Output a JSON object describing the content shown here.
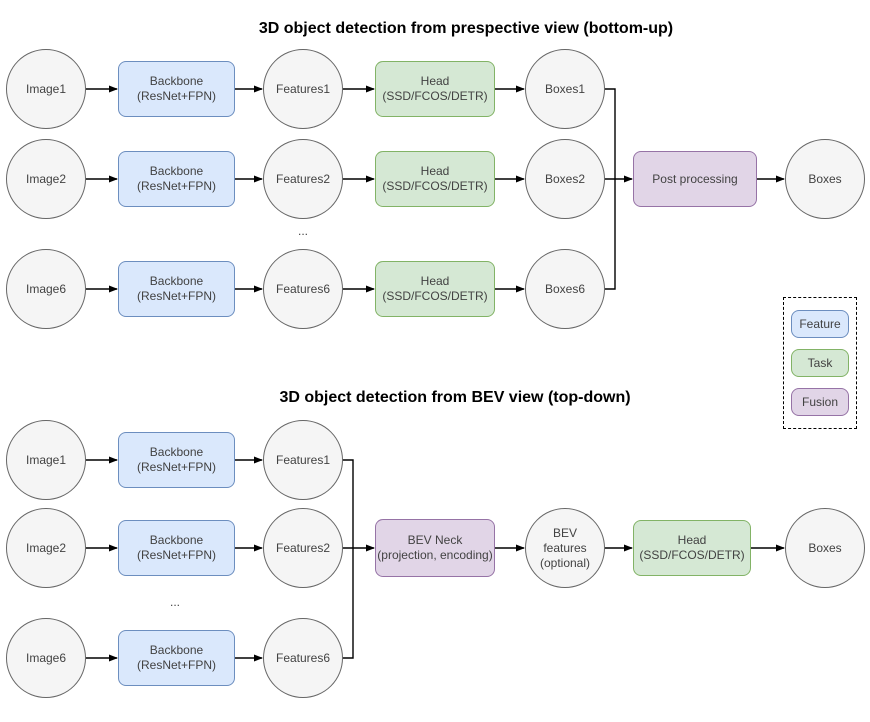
{
  "colors": {
    "feature_fill": "#dae8fc",
    "feature_stroke": "#6c8ebf",
    "task_fill": "#d5e8d4",
    "task_stroke": "#82b366",
    "fusion_fill": "#e1d5e7",
    "fusion_stroke": "#9673a6",
    "node_fill": "#f5f5f5",
    "node_stroke": "#666666"
  },
  "perspective": {
    "title": "3D object detection from prespective view (bottom-up)",
    "ellipsis": "...",
    "rows": [
      {
        "image": "Image1",
        "backbone": "Backbone\n(ResNet+FPN)",
        "features": "Features1",
        "head": "Head\n(SSD/FCOS/DETR)",
        "boxes": "Boxes1"
      },
      {
        "image": "Image2",
        "backbone": "Backbone\n(ResNet+FPN)",
        "features": "Features2",
        "head": "Head\n(SSD/FCOS/DETR)",
        "boxes": "Boxes2"
      },
      {
        "image": "Image6",
        "backbone": "Backbone\n(ResNet+FPN)",
        "features": "Features6",
        "head": "Head\n(SSD/FCOS/DETR)",
        "boxes": "Boxes6"
      }
    ],
    "post_processing": "Post processing",
    "output": "Boxes"
  },
  "legend": {
    "items": [
      {
        "label": "Feature"
      },
      {
        "label": "Task"
      },
      {
        "label": "Fusion"
      }
    ]
  },
  "bev": {
    "title": "3D object detection from BEV view (top-down)",
    "ellipsis": "...",
    "rows": [
      {
        "image": "Image1",
        "backbone": "Backbone\n(ResNet+FPN)",
        "features": "Features1"
      },
      {
        "image": "Image2",
        "backbone": "Backbone\n(ResNet+FPN)",
        "features": "Features2"
      },
      {
        "image": "Image6",
        "backbone": "Backbone\n(ResNet+FPN)",
        "features": "Features6"
      }
    ],
    "neck": "BEV Neck\n(projection, encoding)",
    "bev_features": "BEV\nfeatures\n(optional)",
    "head": "Head\n(SSD/FCOS/DETR)",
    "output": "Boxes"
  }
}
